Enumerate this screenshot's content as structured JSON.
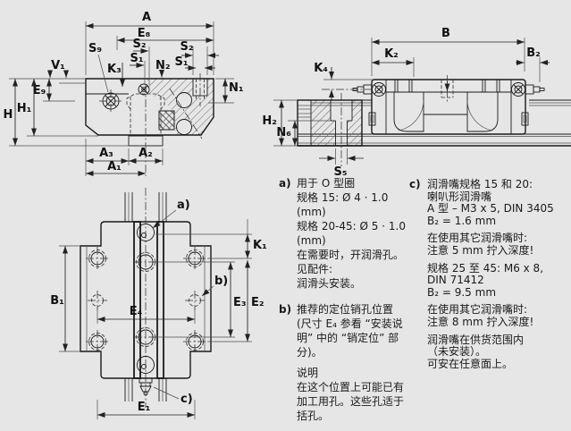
{
  "colors": {
    "background": "#e6e6e6",
    "line": "#1a1a1a",
    "dimension": "#222222"
  },
  "front_view": {
    "labels": {
      "A": "A",
      "E8": "E₈",
      "S2_mid": "S₂",
      "S1_mid": "S₁",
      "N2": "N₂",
      "S2_flange": "S₂",
      "S1_flange": "S₁",
      "N1": "N₁",
      "S9": "S₉",
      "K3": "K₃",
      "V1": "V₁",
      "E9": "E₉",
      "H": "H",
      "H1": "H₁",
      "A3": "A₃",
      "A2": "A₂",
      "A1": "A₁"
    }
  },
  "side_view": {
    "labels": {
      "B": "B",
      "K2": "K₂",
      "B2": "B₂",
      "K4": "K₄",
      "H2": "H₂",
      "N6": "N₆",
      "S5": "S₅"
    }
  },
  "top_view": {
    "labels": {
      "B1": "B₁",
      "E4": "E₄",
      "E1": "E₁",
      "E3": "E₃",
      "E2": "E₂",
      "K1": "K₁"
    },
    "callouts": {
      "a": "a)",
      "b": "b)",
      "c": "c)"
    }
  },
  "notes": {
    "a": {
      "tag": "a)",
      "paras": [
        "用于 O 型圈\n规格 15: Ø 4 · 1.0 (mm)\n规格 20-45: Ø 5 · 1.0 (mm)\n在需要时，开润滑孔。\n见配件:\n润滑头安装。"
      ]
    },
    "b": {
      "tag": "b)",
      "paras": [
        "推荐的定位销孔位置\n(尺寸 E₄ 参看 “安装说\n明” 中的 “销定位” 部\n分)。",
        "说明\n在这个位置上可能已有\n加工用孔。这些孔适于\n括孔。"
      ]
    },
    "c": {
      "tag": "c)",
      "paras": [
        "润滑嘴规格 15 和 20:\n喇叭形润滑嘴\nA 型 – M3 x 5, DIN 3405\nB₂ = 1.6 mm",
        "在使用其它润滑嘴时:\n注意 5 mm 拧入深度!",
        "规格 25 至 45: M6 x 8,\nDIN 71412\nB₂ = 9.5 mm",
        "在使用其它润滑嘴时:\n注意 8 mm 拧入深度!",
        "润滑嘴在供货范围内\n（未安装）。\n可安在任意面上。"
      ]
    }
  }
}
